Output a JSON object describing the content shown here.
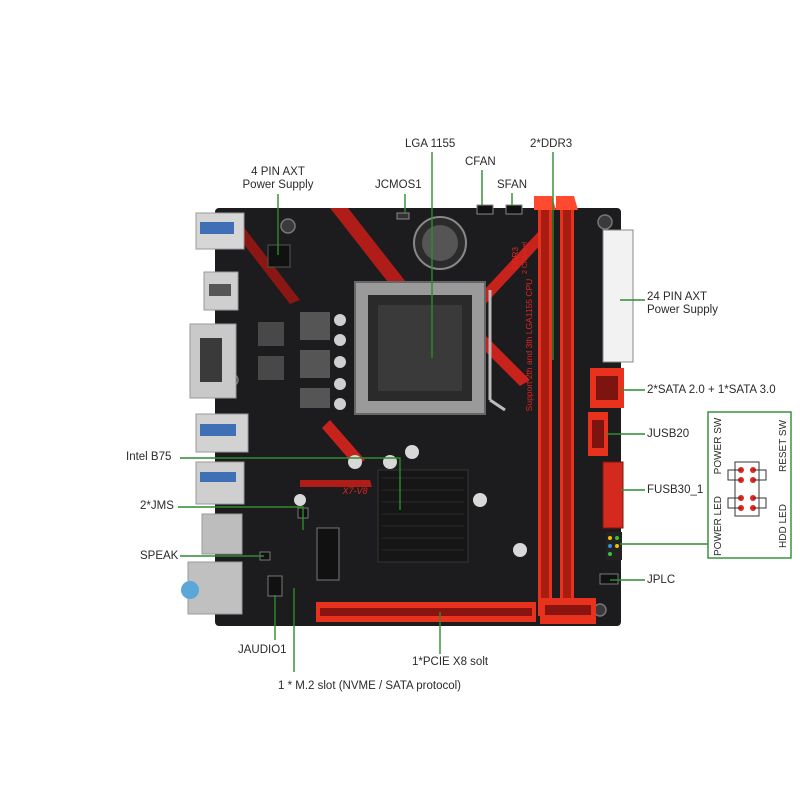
{
  "labels": {
    "pin4_power": "4 PIN AXT\nPower Supply",
    "jcmos1": "JCMOS1",
    "lga1155": "LGA 1155",
    "cfan": "CFAN",
    "sfan": "SFAN",
    "ddr3": "2*DDR3",
    "pin24_power": "24 PIN AXT\nPower Supply",
    "sata": "2*SATA 2.0 + 1*SATA 3.0",
    "jusb20": "JUSB20",
    "fusb30": "FUSB30_1",
    "jplc": "JPLC",
    "intel_b75": "Intel B75",
    "jms": "2*JMS",
    "speak": "SPEAK",
    "jaudio1": "JAUDIO1",
    "m2_slot": "1 * M.2 slot (NVME / SATA protocol)",
    "pcie": "1*PCIE X8 solt"
  },
  "panel_header": {
    "power_sw": "POWER SW",
    "reset_sw": "RESET SW",
    "power_led": "POWER LED",
    "hdd_led": "HDD LED"
  },
  "board_text": {
    "model": "X7-V8",
    "support_line": "Support 2th and 3th LGA1155 CPU",
    "ddr_line1": "DDR3",
    "ddr_line2": "2 Channel"
  },
  "colors": {
    "board": "#1c1c1f",
    "accent_red": "#e0261f",
    "leader_green": "#2e8b2e",
    "dimm_slot": "#e8321e",
    "heatsink": "#161616"
  }
}
